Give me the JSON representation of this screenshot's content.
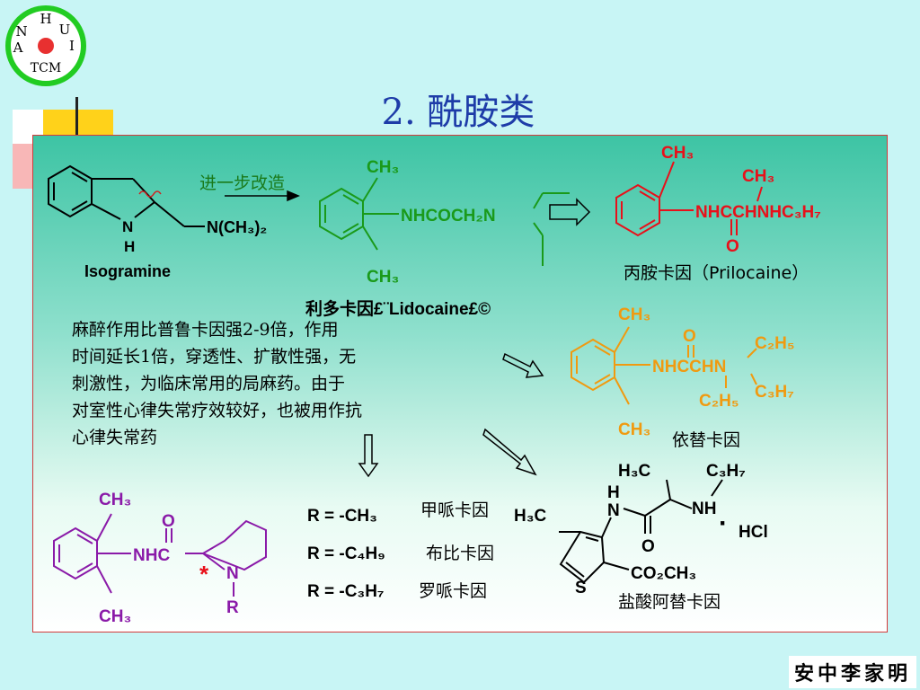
{
  "logo": {
    "letters": [
      "H",
      "U",
      "I",
      "N",
      "A"
    ],
    "bottom_text": "TCM"
  },
  "title": "2. 酰胺类",
  "arrow_label": "进一步改造",
  "isogramine": {
    "n_label": "N",
    "h_label": "H",
    "substituent": "N(CH₃)₂",
    "name": "Isogramine"
  },
  "lidocaine": {
    "top_group": "CH₃",
    "bottom_group": "CH₃",
    "chain": "NHCOCH₂N",
    "name": "利多卡因£¨Lidocaine£©"
  },
  "prilocaine": {
    "ring_group": "CH₃",
    "branch_group": "CH₃",
    "chain": "NHCCHNHC₃H₇",
    "oxygen": "O",
    "name": "丙胺卡因（Prilocaine）"
  },
  "etidocaine": {
    "top_group": "CH₃",
    "bottom_group": "CH₃",
    "oxygen": "O",
    "upper_ethyl": "C₂H₅",
    "chain": "NHCCHN",
    "lower_ethyl": "C₂H₅",
    "propyl": "C₃H₇",
    "name": "依替卡因"
  },
  "description": [
    "麻醉作用比普鲁卡因强2-9倍，作用",
    "时间延长1倍，穿透性、扩散性强，无",
    "刺激性，为临床常用的局麻药。由于",
    "对室性心律失常疗效较好，也被用作抗",
    "心律失常药"
  ],
  "pipecoloxylidide": {
    "top_group": "CH₃",
    "bottom_group": "CH₃",
    "oxygen": "O",
    "amide": "NHC",
    "star": "*",
    "n_label": "N",
    "r_label": "R"
  },
  "r_variants": [
    {
      "formula": "R = -CH₃",
      "name": "甲哌卡因"
    },
    {
      "formula": "R = -C₄H₉",
      "name": "布比卡因"
    },
    {
      "formula": "R = -C₃H₇",
      "name": "罗哌卡因"
    }
  ],
  "articaine": {
    "h3c_top": "H₃C",
    "c3h7": "C₃H₇",
    "h_label": "H",
    "n_label": "N",
    "nh_label": "NH",
    "h3c_left": "H₃C",
    "oxygen": "O",
    "ester": "CO₂CH₃",
    "s_label": "S",
    "dot": "·",
    "hcl": "HCl",
    "name": "盐酸阿替卡因"
  },
  "author": "安中李家明",
  "colors": {
    "title": "#1e3ca8",
    "lidocaine": "#1a9a1a",
    "prilocaine": "#e8101a",
    "etidocaine": "#f09a10",
    "pipecoloxylidide": "#8a1aa8",
    "panel_border": "#d23a3a"
  }
}
